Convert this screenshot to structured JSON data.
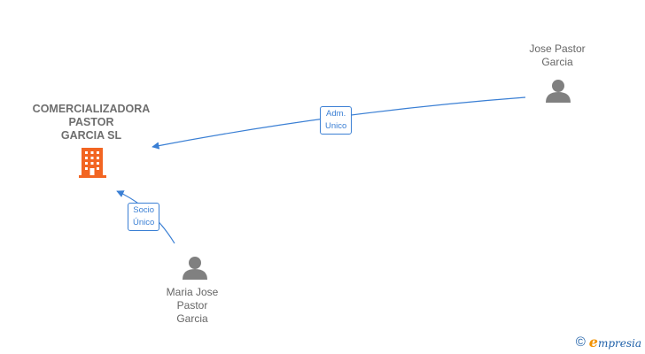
{
  "company": {
    "name": "COMERCIALIZADORA\nPASTOR\nGARCIA  SL",
    "icon": "building-icon",
    "color": "#f26522"
  },
  "people": [
    {
      "id": "jose",
      "name": "Jose Pastor\nGarcia",
      "icon": "person-icon"
    },
    {
      "id": "maria",
      "name": "Maria Jose\nPastor\nGarcia",
      "icon": "person-icon"
    }
  ],
  "relations": [
    {
      "from": "jose",
      "to": "company",
      "label": "Adm.\nUnico"
    },
    {
      "from": "maria",
      "to": "company",
      "label": "Socio\nÚnico"
    }
  ],
  "colors": {
    "edge": "#3a7fd4",
    "person": "#808080",
    "text": "#666666"
  },
  "footer": {
    "copyright": "©",
    "brand_initial": "e",
    "brand_rest": "mpresia"
  }
}
